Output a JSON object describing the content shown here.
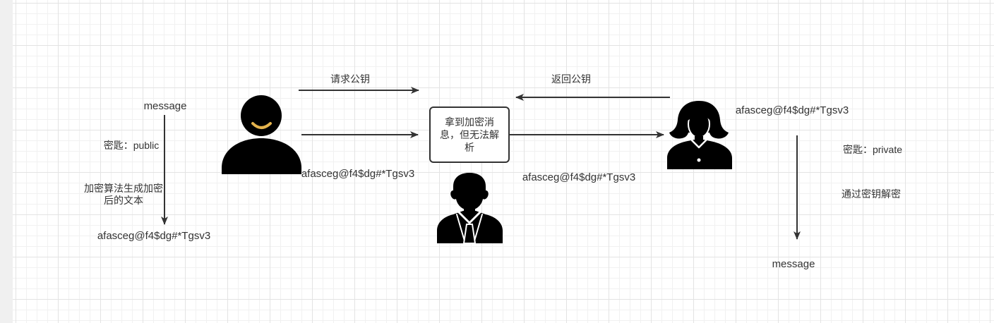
{
  "colors": {
    "line": "#333333",
    "text": "#333333",
    "icon": "#000000",
    "smile": "#E4B34D",
    "canvas": "#ffffff",
    "grid": "#e3e3e3",
    "outside": "#f0f0f0"
  },
  "icons": {
    "sender": "person-icon",
    "interceptor": "businessman-icon",
    "receiver": "woman-icon"
  },
  "sender_side": {
    "message": "message",
    "key_label": "密匙：public",
    "process_lines": [
      "加密算法生成加密",
      "后的文本"
    ],
    "ciphertext": "afasceg@f4$dg#*Tgsv3"
  },
  "edges": {
    "request_key": "请求公钥",
    "return_key": "返回公钥",
    "ciphertext_sent": "afasceg@f4$dg#*Tgsv3",
    "ciphertext_forwarded": "afasceg@f4$dg#*Tgsv3"
  },
  "interceptor_box": {
    "lines": [
      "拿到加密消",
      "息，但无法解",
      "析"
    ]
  },
  "receiver_side": {
    "ciphertext": "afasceg@f4$dg#*Tgsv3",
    "key_label": "密匙：private",
    "process": "通过密钥解密",
    "message": "message"
  }
}
